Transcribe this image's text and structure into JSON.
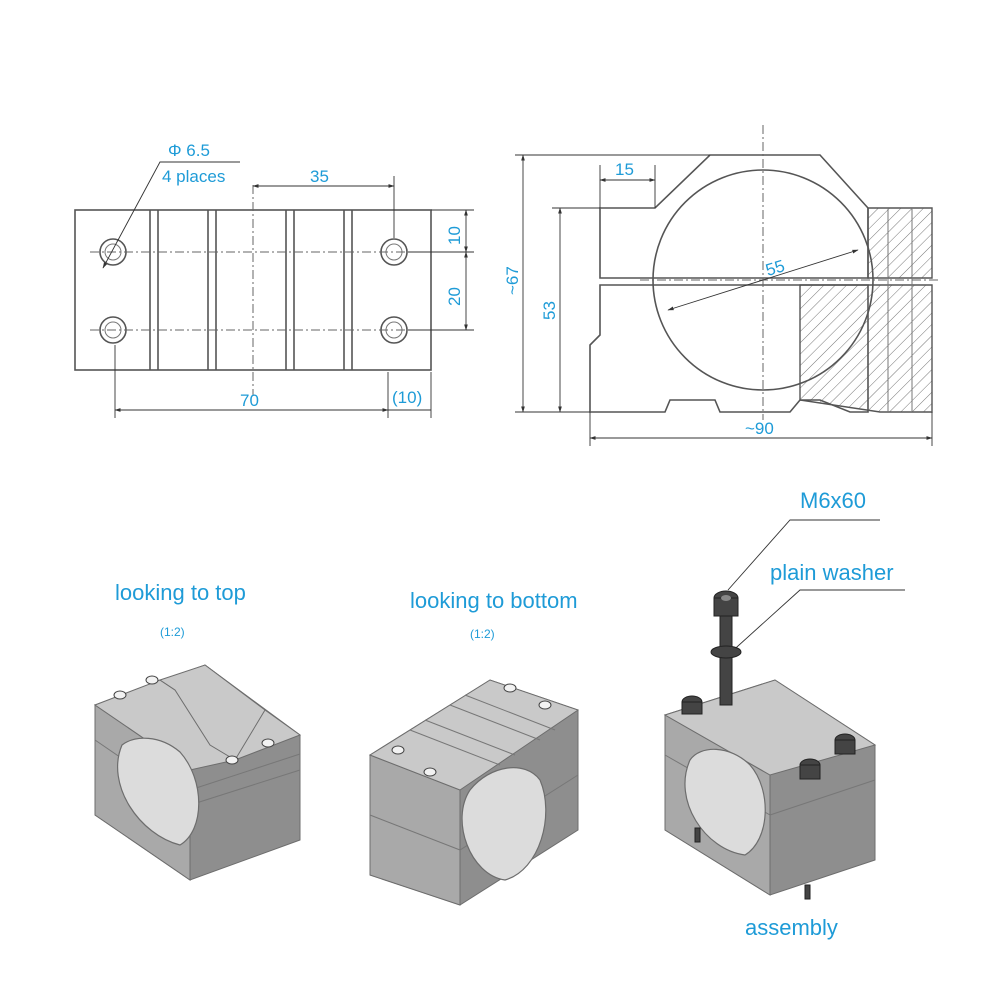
{
  "top_view": {
    "hole_label_diameter": "Φ 6.5",
    "hole_label_count": "4 places",
    "dim_hole_spacing_x": "35",
    "dim_length": "70",
    "dim_end": "(10)",
    "dim_edge_y": "10",
    "dim_hole_spacing_y": "20"
  },
  "front_view": {
    "dim_slot_width": "15",
    "dim_bore": "55",
    "dim_height_total": "~67",
    "dim_height_axis": "53",
    "dim_width_total": "~90"
  },
  "iso_views": {
    "top_label": "looking to top",
    "top_scale": "(1:2)",
    "bottom_label": "looking to bottom",
    "bottom_scale": "(1:2)",
    "assembly_label": "assembly",
    "bolt_label": "M6x60",
    "washer_label": "plain washer"
  },
  "colors": {
    "label": "#1e9bd7",
    "metal_light": "#c9c9c9",
    "metal_mid": "#a9a9a9",
    "metal_dark": "#8e8e8e"
  }
}
